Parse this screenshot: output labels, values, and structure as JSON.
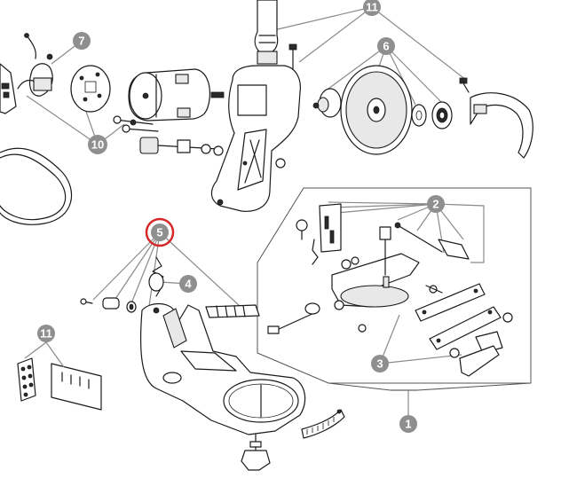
{
  "callouts": [
    {
      "id": "c1",
      "label": "1"
    },
    {
      "id": "c2",
      "label": "2"
    },
    {
      "id": "c3",
      "label": "3"
    },
    {
      "id": "c4",
      "label": "4"
    },
    {
      "id": "c5",
      "label": "5",
      "highlighted": true
    },
    {
      "id": "c6",
      "label": "6"
    },
    {
      "id": "c7",
      "label": "7"
    },
    {
      "id": "c10",
      "label": "10"
    },
    {
      "id": "c11a",
      "label": "11"
    },
    {
      "id": "c11b",
      "label": "11"
    }
  ],
  "colors": {
    "callout_fill": "#8f8f8f",
    "highlight_ring": "#d6282a",
    "line": "#1a1a1a",
    "leader": "#8a8a8a"
  }
}
